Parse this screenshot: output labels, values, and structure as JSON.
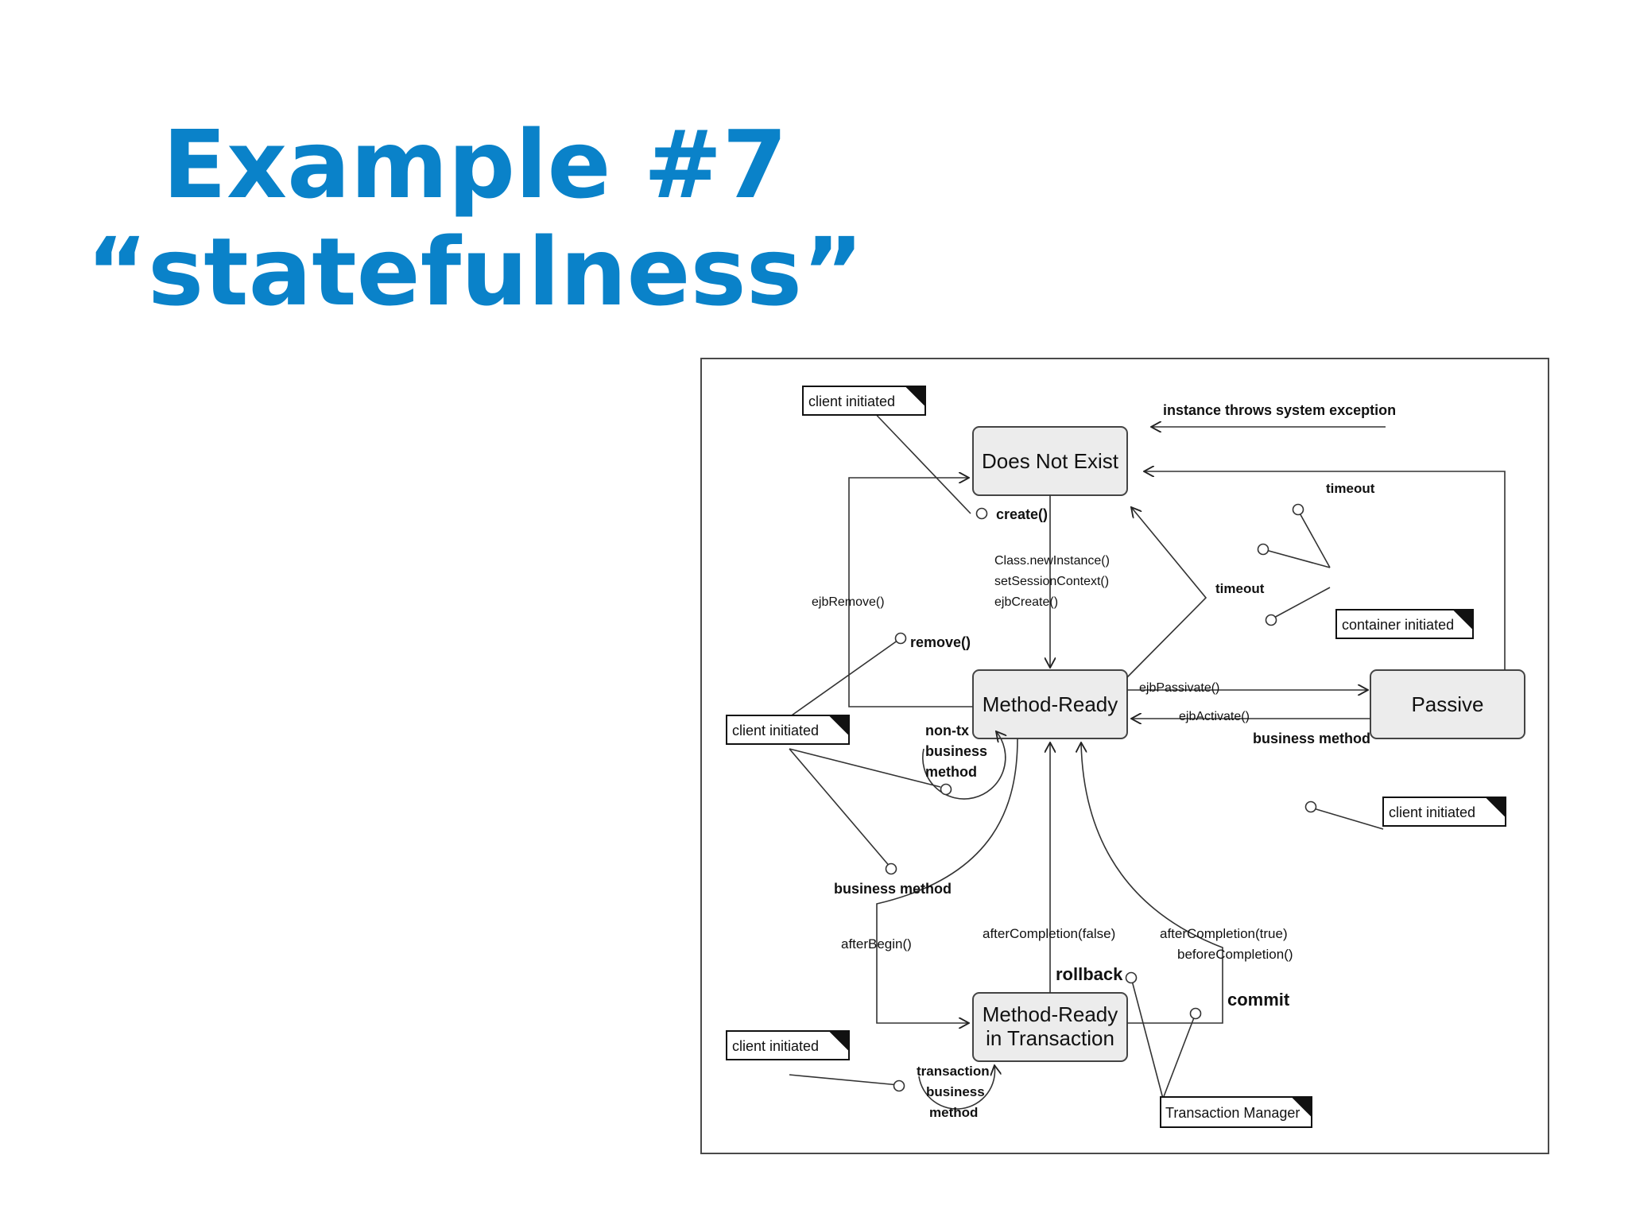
{
  "slide": {
    "title_line1": "Example #7",
    "title_line2": "“statefulness”"
  },
  "diagram": {
    "states": {
      "does_not_exist": "Does Not  Exist",
      "method_ready": "Method-Ready",
      "passive": "Passive",
      "method_ready_tx_line1": "Method-Ready",
      "method_ready_tx_line2": "in Transaction"
    },
    "notes": {
      "client_initiated": "client initiated",
      "container_initiated": "container initiated",
      "transaction_manager": "Transaction Manager"
    },
    "labels": {
      "instance_throws": "instance throws system exception",
      "timeout": "timeout",
      "create": "create()",
      "new_instance": "Class.newInstance()",
      "set_session_context": "setSessionContext()",
      "ejb_create": "ejbCreate()",
      "ejb_remove": "ejbRemove()",
      "remove": "remove()",
      "ejb_passivate": "ejbPassivate()",
      "ejb_activate": "ejbActivate()",
      "business_method": "business method",
      "non_tx_1": "non-tx",
      "non_tx_2": "business",
      "non_tx_3": "method",
      "after_begin": "afterBegin()",
      "after_completion_false": "afterCompletion(false)",
      "after_completion_true": "afterCompletion(true)",
      "before_completion": "beforeCompletion()",
      "rollback": "rollback",
      "commit": "commit",
      "tx_bm_1": "transaction",
      "tx_bm_2": "business",
      "tx_bm_3": "method"
    }
  }
}
